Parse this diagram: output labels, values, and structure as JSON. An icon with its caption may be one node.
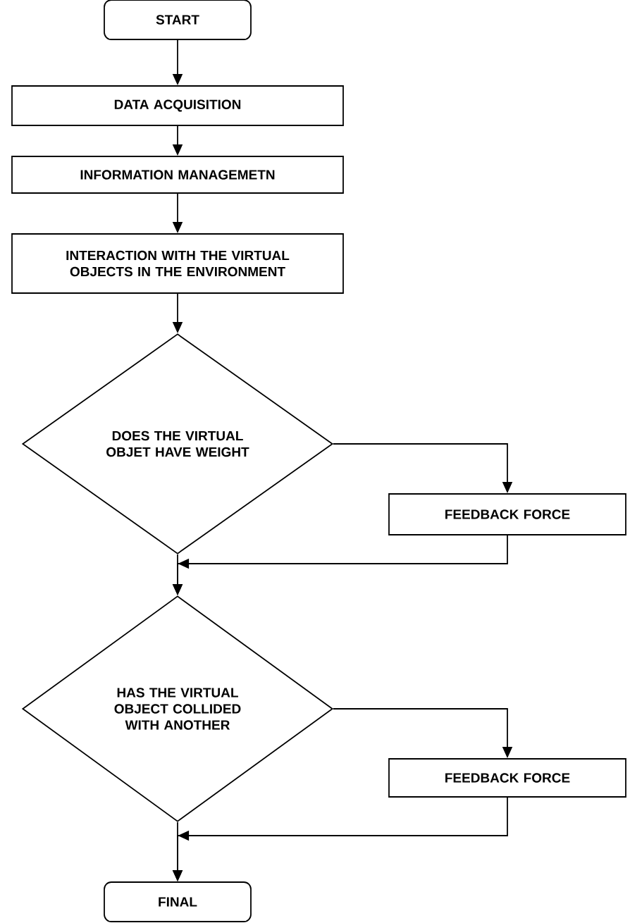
{
  "diagram": {
    "nodes": [
      {
        "text": [
          "START"
        ]
      },
      {
        "text": [
          "DATA ACQUISITION"
        ]
      },
      {
        "text": [
          "INFORMATION MANAGEMETN"
        ]
      },
      {
        "text": [
          "INTERACTION WITH THE VIRTUAL OBJECTS IN THE ENVIRONMENT"
        ]
      },
      {
        "text": [
          "DOES THE VIRTUAL OBJET HAVE WEIGHT"
        ]
      },
      {
        "text": [
          "FEEDBACK FORCE"
        ]
      },
      {
        "text": [
          "HAS THE VIRTUAL OBJECT COLLIDED WITH ANOTHER"
        ]
      },
      {
        "text": [
          "FEEDBACK FORCE"
        ]
      },
      {
        "text": [
          "FINAL"
        ]
      }
    ],
    "edges": [
      {
        "from": 0,
        "to": 1,
        "arrow": "to"
      },
      {
        "from": 1,
        "to": 2,
        "arrow": "to"
      },
      {
        "from": 2,
        "to": 3,
        "arrow": "to"
      },
      {
        "from": 3,
        "to": 4,
        "arrow": "to"
      },
      {
        "from": 4,
        "to": 5,
        "arrow": "to"
      },
      {
        "from": 4,
        "to": 6,
        "arrow": "to"
      },
      {
        "from": 5,
        "to": 6,
        "arrow": "to"
      },
      {
        "from": 6,
        "to": 7,
        "arrow": "to"
      },
      {
        "from": 6,
        "to": 8,
        "arrow": "to"
      },
      {
        "from": 7,
        "to": 8,
        "arrow": "to"
      }
    ]
  }
}
